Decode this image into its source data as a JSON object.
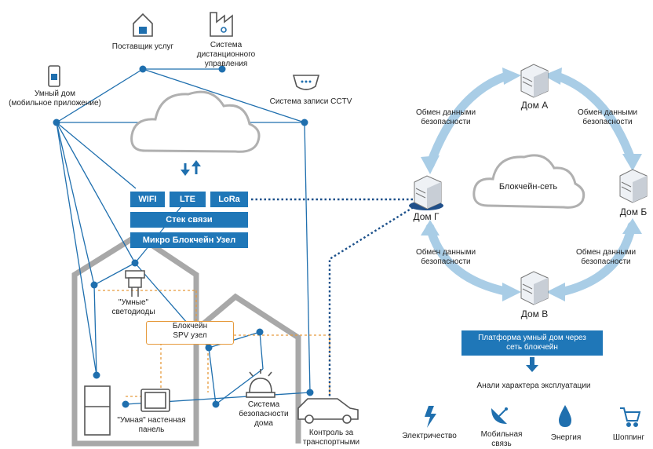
{
  "left": {
    "provider": "Поставщик услуг",
    "remote_control": "Система\nдистанционного\nуправления",
    "mobile_app": "Умный дом\n(мобильное приложение)",
    "cctv": "Система записи CCTV",
    "wifi": "WIFI",
    "lte": "LTE",
    "lora": "LoRa",
    "comm_stack": "Стек связи",
    "micro_node": "Микро Блокчейн Узел",
    "smart_leds": "\"Умные\"\nсветодиоды",
    "spv_node": "Блокчейн\nSPV узел",
    "wall_panel": "\"Умная\" настенная\nпанель",
    "security_system": "Система\nбезопасности\nдома",
    "vehicle_control": "Контроль за\nтранспортными"
  },
  "right": {
    "house_a": "Дом А",
    "house_b": "Дом Б",
    "house_v": "Дом В",
    "house_g": "Дом Г",
    "blockchain_net": "Блокчейн-сеть",
    "exchange_tl": "Обмен данными\nбезопасности",
    "exchange_tr": "Обмен данными\nбезопасности",
    "exchange_bl": "Обмен данными\nбезопасности",
    "exchange_br": "Обмен данными\nбезопасности",
    "platform": "Платформа умный дом через\nсеть блокчейн",
    "analysis": "Анали характера эксплуатации",
    "electricity": "Электричество",
    "mobile_comm": "Мобильная\nсвязь",
    "energy": "Энергия",
    "shopping": "Шоппинг"
  },
  "colors": {
    "blue": "#1f77b8",
    "node": "#1f6fae",
    "arrow": "#a9cde6",
    "house_wall": "#a8a8a8",
    "orange": "#e69a3c"
  }
}
